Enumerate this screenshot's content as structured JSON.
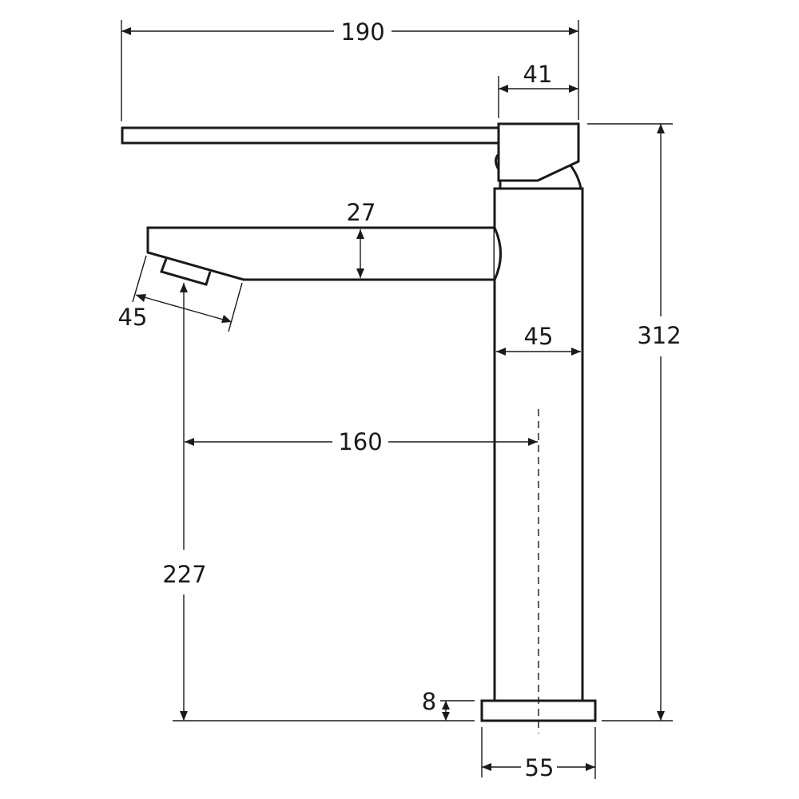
{
  "drawing": {
    "subject": "Tall basin mixer tap side elevation",
    "units": "mm",
    "line_color": "#1a1a1a",
    "background": "#ffffff"
  },
  "dimensions": {
    "overall_length": {
      "label": "190"
    },
    "handle_width": {
      "label": "41"
    },
    "spout_height": {
      "label": "27"
    },
    "outlet_face": {
      "label": "45"
    },
    "body_diameter": {
      "label": "45"
    },
    "overall_height": {
      "label": "312"
    },
    "spout_reach": {
      "label": "160"
    },
    "outlet_clearance": {
      "label": "227"
    },
    "base_height": {
      "label": "8"
    },
    "base_diameter": {
      "label": "55"
    }
  }
}
